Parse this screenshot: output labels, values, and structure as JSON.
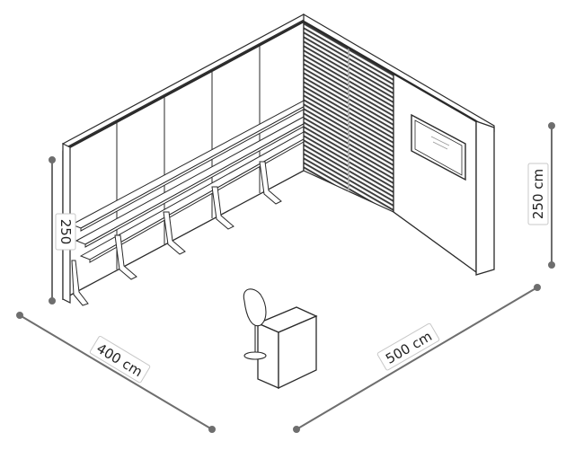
{
  "dimensions": {
    "width_left": "400 cm",
    "width_right": "500 cm",
    "height_right": "250 cm",
    "height_left": "250"
  },
  "colors": {
    "line": "#2a2a2a",
    "dimension_line": "#6e6e6e",
    "slat_dark": "#3a3a3a",
    "label_border": "#c8c8c8"
  },
  "icons": [
    "booth-wall",
    "slatwall-panel",
    "wall-shelf",
    "tv-screen",
    "counter",
    "chair"
  ]
}
